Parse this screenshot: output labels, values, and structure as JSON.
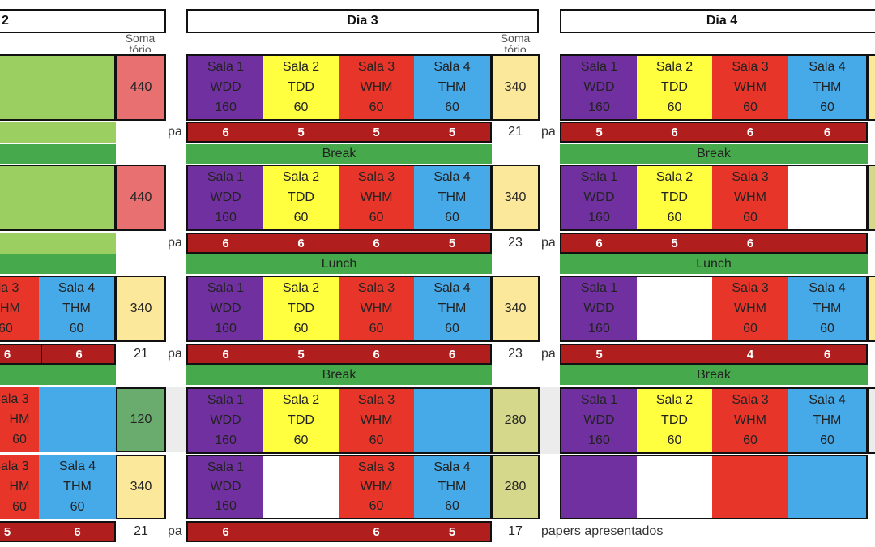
{
  "colors": {
    "wdd": "#7030a0",
    "tdd": "#ffff40",
    "whm": "#e8352a",
    "thm": "#46a9e8",
    "count_bar": "#b01e1e",
    "band": "#46a94b",
    "light_green": "#9ccf62",
    "sum_yellow": "#fbe89a",
    "sum_pink": "#e87070",
    "sum_green": "#6aac6e",
    "sum_olive": "#d5d88a"
  },
  "headers": {
    "day2": "2",
    "day3": "Dia 3",
    "day4": "Dia 4"
  },
  "soma_label": "Soma tório",
  "breaks": {
    "break": "Break",
    "lunch": "Lunch"
  },
  "rooms": {
    "sala1": "Sala 1",
    "sala2": "Sala 2",
    "sala3": "Sala 3",
    "sala4": "Sala 4",
    "wdd": "WDD",
    "tdd": "TDD",
    "whm": "WHM",
    "thm": "THM",
    "cap160": "160",
    "cap60": "60",
    "whm_cut": "HM",
    "cap60_cut": "60",
    "cap_cut": "60"
  },
  "day2": {
    "sums": [
      "440",
      "440",
      "340",
      "120",
      "340"
    ],
    "counts": [
      "21",
      "21"
    ],
    "row3_nums": [
      "6",
      "6"
    ],
    "row5_nums": [
      "5",
      "6"
    ]
  },
  "day3": {
    "sums": [
      "340",
      "340",
      "340",
      "280",
      "280"
    ],
    "counts": [
      "21",
      "23",
      "23",
      "17"
    ],
    "row1_nums": [
      "6",
      "5",
      "5",
      "5"
    ],
    "row2_nums": [
      "6",
      "6",
      "6",
      "5"
    ],
    "row3_nums": [
      "6",
      "5",
      "6",
      "6"
    ],
    "row5_nums": [
      "6",
      "6",
      "5"
    ]
  },
  "day4": {
    "row1_nums": [
      "5",
      "6",
      "6",
      "6"
    ],
    "row2_nums": [
      "6",
      "5",
      "6"
    ],
    "row3_nums": [
      "5",
      "4",
      "6"
    ]
  },
  "pa_label": "pa",
  "footer": "papers apresentados"
}
